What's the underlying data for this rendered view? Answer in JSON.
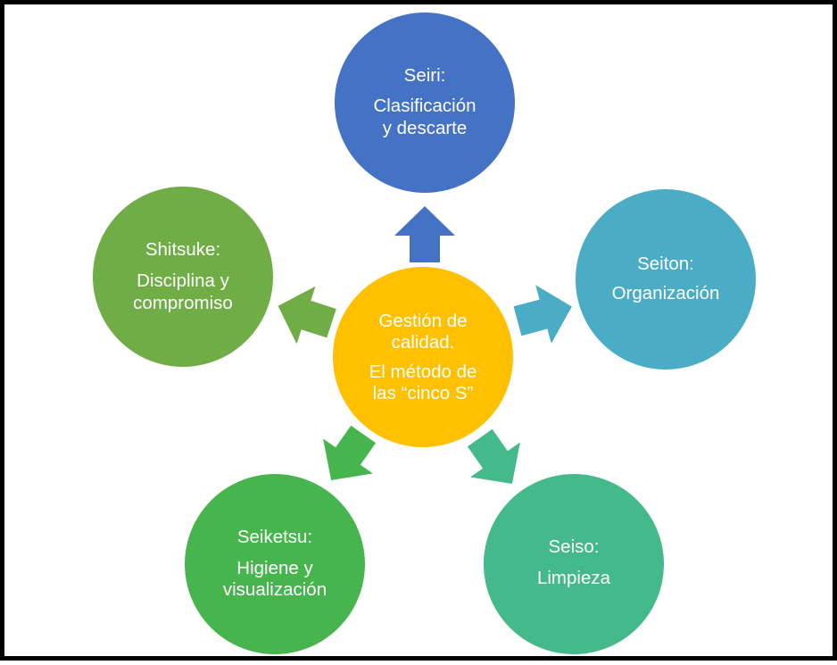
{
  "diagram": {
    "center": {
      "lines": [
        "Gestión de",
        "calidad.",
        "El método de",
        "las “cinco S”"
      ],
      "color": "#FFC000"
    },
    "nodes": [
      {
        "id": "seiri",
        "lines": [
          "Seiri:",
          "Clasificación",
          "y descarte"
        ],
        "color": "#4472C4"
      },
      {
        "id": "seiton",
        "lines": [
          "Seiton:",
          "Organización"
        ],
        "color": "#4BACC6"
      },
      {
        "id": "seiso",
        "lines": [
          "Seiso:",
          "Limpieza"
        ],
        "color": "#44B98A"
      },
      {
        "id": "seiketsu",
        "lines": [
          "Seiketsu:",
          "Higiene y",
          "visualización"
        ],
        "color": "#47B54E"
      },
      {
        "id": "shitsuke",
        "lines": [
          "Shitsuke:",
          "Disciplina y",
          "compromiso"
        ],
        "color": "#70AD47"
      }
    ]
  }
}
